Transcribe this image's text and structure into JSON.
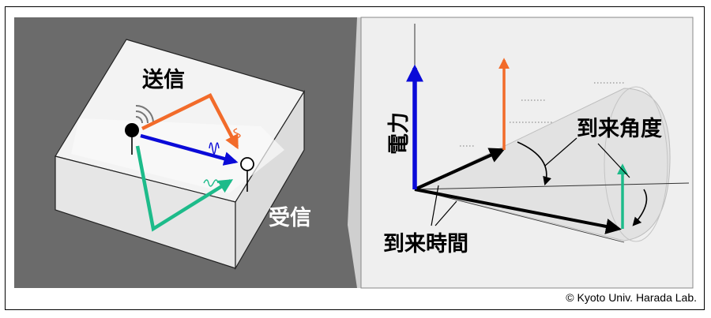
{
  "diagram": {
    "left_panel": {
      "label_transmit": "送信",
      "label_receive": "受信"
    },
    "right_panel": {
      "label_power": "電力",
      "label_arrival_angle": "到来角度",
      "label_arrival_time": "到来時間"
    },
    "colors": {
      "background_dark": "#6b6b6b",
      "panel_light": "#efefef",
      "path_direct": "#0a0ad8",
      "path_reflect_orange": "#f26b2a",
      "path_reflect_green": "#1dbb8a"
    },
    "icons": [
      "wifi-signal-icon",
      "transmitter-icon",
      "receiver-icon",
      "wave-icon"
    ]
  },
  "footer": {
    "copyright": "© Kyoto Univ. Harada Lab."
  }
}
